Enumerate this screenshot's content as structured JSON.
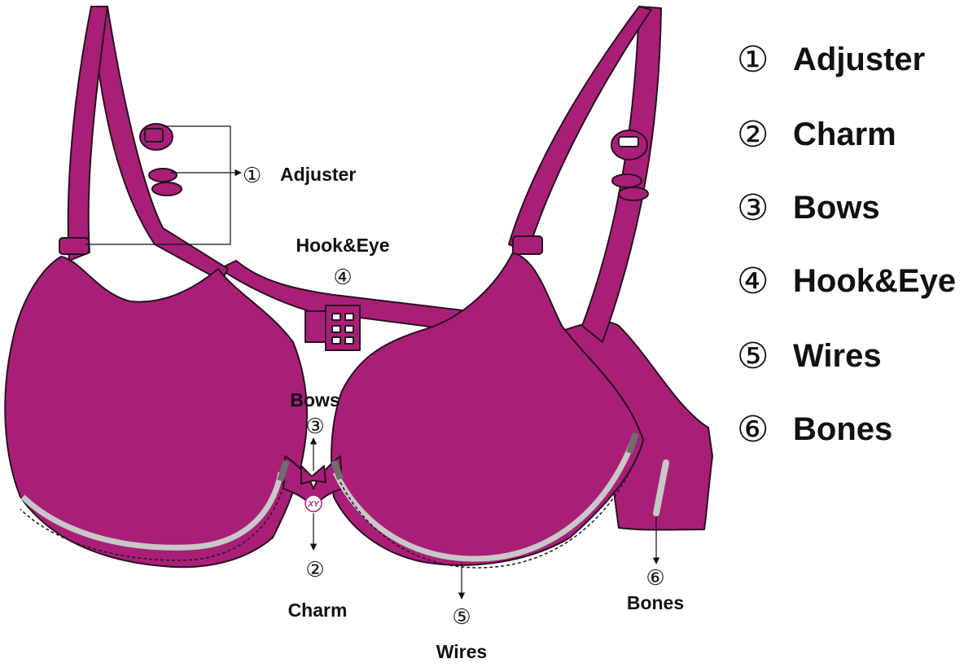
{
  "colors": {
    "fabric": "#a91f78",
    "outline": "#2a1020",
    "wire": "#c8c8c8",
    "bone_dark": "#6e6e6e",
    "charm_text": "#a91f78",
    "text": "#111111"
  },
  "legend": [
    {
      "marker": "①",
      "label": "Adjuster"
    },
    {
      "marker": "②",
      "label": "Charm"
    },
    {
      "marker": "③",
      "label": "Bows"
    },
    {
      "marker": "④",
      "label": "Hook&Eye"
    },
    {
      "marker": "⑤",
      "label": "Wires"
    },
    {
      "marker": "⑥",
      "label": "Bones"
    }
  ],
  "callouts": {
    "adjuster": {
      "marker": "①",
      "label": "Adjuster"
    },
    "hook_eye": {
      "marker": "④",
      "label": "Hook&Eye"
    },
    "bows": {
      "marker": "③",
      "label": "Bows"
    },
    "charm": {
      "marker": "②",
      "label": "Charm"
    },
    "wires": {
      "marker": "⑤",
      "label": "Wires"
    },
    "bones": {
      "marker": "⑥",
      "label": "Bones"
    }
  },
  "charm_text": "XY"
}
